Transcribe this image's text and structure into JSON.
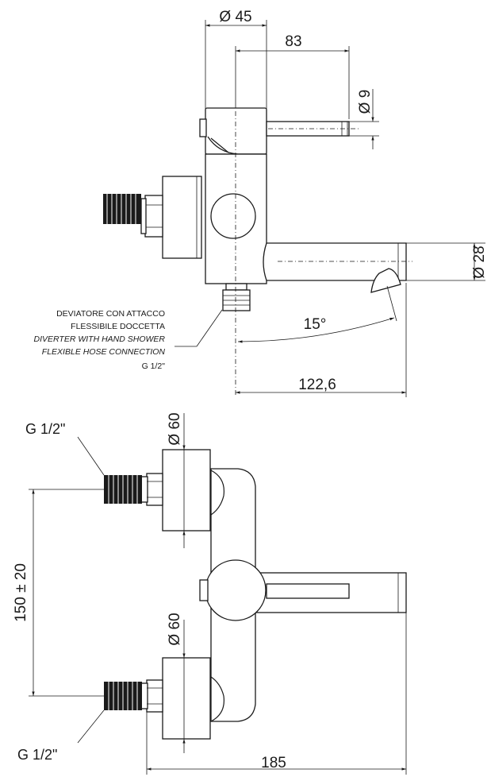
{
  "top_view": {
    "dim_body_diameter": "Ø 45",
    "dim_lever_length": "83",
    "dim_lever_diameter": "Ø 9",
    "dim_spout_diameter": "Ø 28",
    "dim_angle": "15°",
    "dim_spout_length": "122,6",
    "note": {
      "line1": "DEVIATORE CON ATTACCO",
      "line2": "FLESSIBILE DOCCETTA",
      "line3": "DIVERTER WITH HAND SHOWER",
      "line4": "FLEXIBLE HOSE CONNECTION",
      "line5": "G 1/2\""
    }
  },
  "front_view": {
    "label_top_thread": "G 1/2\"",
    "label_bottom_thread": "G 1/2\"",
    "dim_top_flange": "Ø 60",
    "dim_bottom_flange": "Ø 60",
    "dim_center_distance": "150 ± 20",
    "dim_total_width": "185"
  }
}
